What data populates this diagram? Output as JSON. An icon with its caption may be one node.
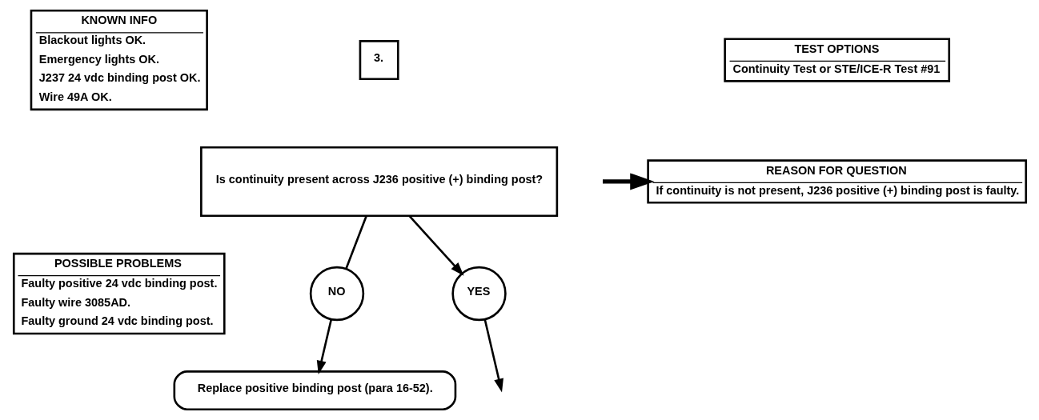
{
  "diagram": {
    "nodes": [
      {
        "text": [
          "KNOWN INFO",
          "Blackout lights OK.",
          "Emergency lights OK.",
          "J237 24 vdc binding post OK.",
          "Wire 49A OK."
        ]
      },
      {
        "text": [
          "POSSIBLE PROBLEMS",
          "Faulty positive 24 vdc binding post.",
          "Faulty wire 3085AD.",
          "Faulty ground 24 vdc binding post."
        ]
      },
      {
        "text": [
          "3."
        ]
      },
      {
        "text": [
          "Is continuity present across J236 positive (+) binding post?"
        ]
      },
      {
        "text": [
          "TEST OPTIONS",
          "Continuity Test or STE/ICE-R Test #91"
        ]
      },
      {
        "text": [
          "REASON FOR QUESTION",
          "If continuity is not present, J236 positive (+) binding post is faulty."
        ]
      },
      {
        "text": [
          "NO"
        ]
      },
      {
        "text": [
          "YES"
        ]
      },
      {
        "text": [
          "Replace positive binding post (para 16-52)."
        ]
      }
    ],
    "edges": [
      {
        "from": null,
        "to": 5,
        "arrow": "to",
        "style": "thick"
      },
      {
        "from": 3,
        "to": 6,
        "arrow": "none"
      },
      {
        "from": 6,
        "to": 8,
        "arrow": "to"
      },
      {
        "from": 3,
        "to": 7,
        "arrow": "to"
      },
      {
        "from": 7,
        "to": null,
        "arrow": "to"
      }
    ]
  }
}
